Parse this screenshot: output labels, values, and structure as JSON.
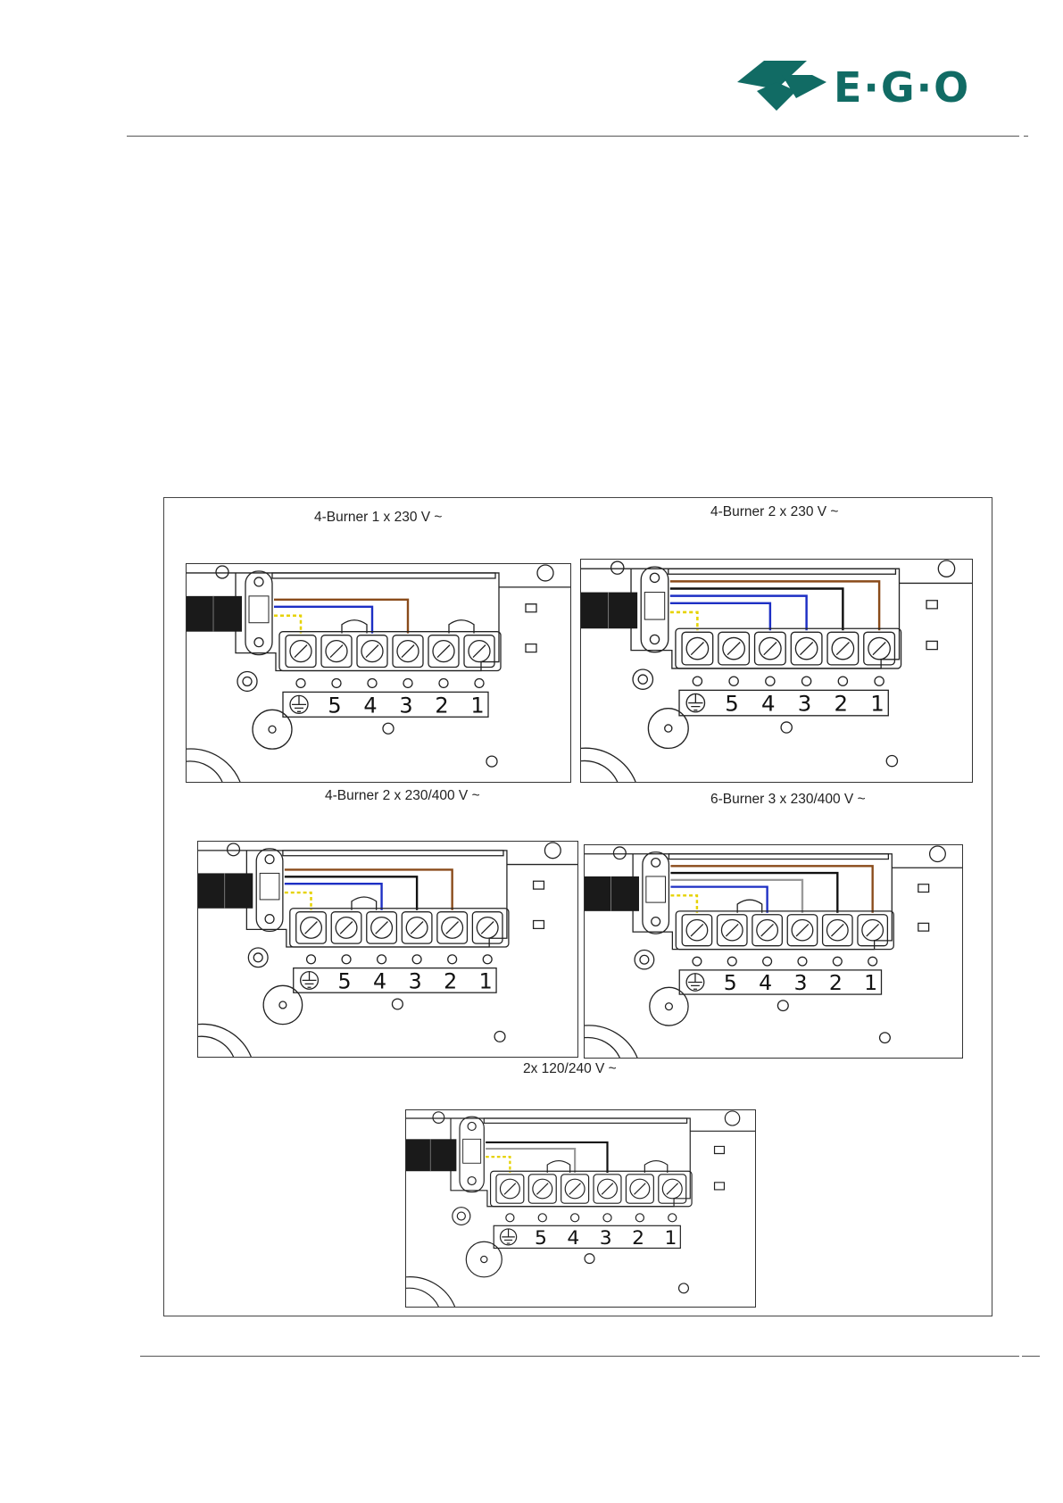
{
  "header": {
    "logo_text": "E·G·O",
    "brand_color": "#116b64"
  },
  "figure": {
    "panels": [
      {
        "caption": "4-Burner 1 x 230 V ~",
        "terminal_labels": [
          "5",
          "4",
          "3",
          "2",
          "1"
        ],
        "wires": [
          {
            "color": "#1d2fc4"
          },
          {
            "color": "#8a4b1a"
          }
        ],
        "bridges": 2
      },
      {
        "caption": "4-Burner 2 x 230 V ~",
        "terminal_labels": [
          "5",
          "4",
          "3",
          "2",
          "1"
        ],
        "wires": [
          {
            "color": "#1d2fc4"
          },
          {
            "color": "#1d2fc4"
          },
          {
            "color": "#111111"
          },
          {
            "color": "#8a4b1a"
          }
        ],
        "bridges": 0
      },
      {
        "caption": "4-Burner 2 x 230/400 V ~",
        "terminal_labels": [
          "5",
          "4",
          "3",
          "2",
          "1"
        ],
        "wires": [
          {
            "color": "#1d2fc4"
          },
          {
            "color": "#111111"
          },
          {
            "color": "#8a4b1a"
          }
        ],
        "bridges": 1
      },
      {
        "caption": "6-Burner 3 x 230/400 V ~",
        "terminal_labels": [
          "5",
          "4",
          "3",
          "2",
          "1"
        ],
        "wires": [
          {
            "color": "#1d2fc4"
          },
          {
            "color": "#9a9a9a"
          },
          {
            "color": "#111111"
          },
          {
            "color": "#8a4b1a"
          }
        ],
        "bridges": 1
      },
      {
        "caption": "2x 120/240 V ~",
        "terminal_labels": [
          "5",
          "4",
          "3",
          "2",
          "1"
        ],
        "wires": [
          {
            "color": "#9a9a9a"
          },
          {
            "color": "#111111"
          }
        ],
        "bridges": 2
      }
    ]
  }
}
